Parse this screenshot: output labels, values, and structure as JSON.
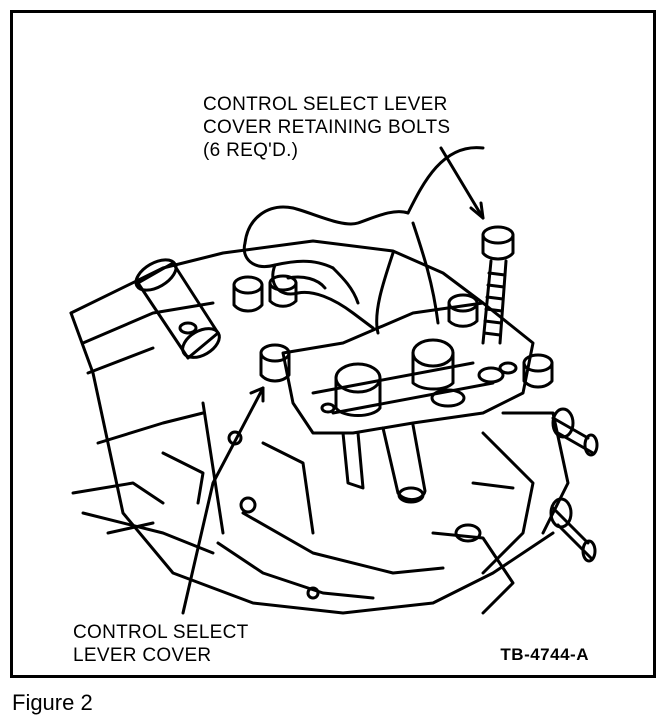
{
  "figure": {
    "caption": "Figure 2",
    "reference_code": "TB-4744-A"
  },
  "callouts": {
    "bolts": {
      "line1": "CONTROL SELECT LEVER",
      "line2": "COVER RETAINING BOLTS",
      "line3": "(6 REQ'D.)"
    },
    "cover": {
      "line1": "CONTROL SELECT",
      "line2": "LEVER COVER"
    }
  }
}
